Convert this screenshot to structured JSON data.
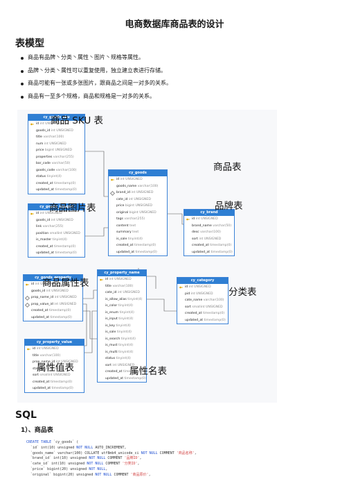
{
  "doc_title": "电商数据库商品表的设计",
  "section_model": "表模型",
  "bullets": [
    "商品有品牌丶分类丶属性丶图片丶规格等属性。",
    "品牌丶分类丶属性可以重复使用，独立建立表进行存储。",
    "商品可能有一张或多张图片，跟商品之间是一对多的关系。",
    "商品有一至多个规格，商品和规格是一对多的关系。"
  ],
  "diagram": {
    "labels": {
      "sku": "商品 SKU 表",
      "goods": "商品表",
      "brand": "品牌表",
      "images": "商品图片表",
      "attr": "商品属性表",
      "category": "分类表",
      "prop_value": "属性值表",
      "prop_name": "属性名表"
    },
    "tables": {
      "sku": {
        "name": "cy_goods_sku",
        "fields": [
          {
            "n": "id",
            "t": "int UNSIGNED",
            "k": "pk"
          },
          {
            "n": "goods_id",
            "t": "int UNSIGNED",
            "k": ""
          },
          {
            "n": "title",
            "t": "varchar(100)",
            "k": ""
          },
          {
            "n": "num",
            "t": "int UNSIGNED",
            "k": ""
          },
          {
            "n": "price",
            "t": "bigint UNSIGNED",
            "k": ""
          },
          {
            "n": "properties",
            "t": "varchar(255)",
            "k": ""
          },
          {
            "n": "bar_code",
            "t": "varchar(50)",
            "k": ""
          },
          {
            "n": "goods_code",
            "t": "varchar(100)",
            "k": ""
          },
          {
            "n": "status",
            "t": "tinyint(4)",
            "k": ""
          },
          {
            "n": "created_at",
            "t": "timestamp(0)",
            "k": ""
          },
          {
            "n": "updated_at",
            "t": "timestamp(0)",
            "k": ""
          }
        ]
      },
      "goods": {
        "name": "cy_goods",
        "fields": [
          {
            "n": "id",
            "t": "int UNSIGNED",
            "k": "pk"
          },
          {
            "n": "goods_name",
            "t": "varchar(100)",
            "k": ""
          },
          {
            "n": "brand_id",
            "t": "int UNSIGNED",
            "k": "fk"
          },
          {
            "n": "cate_id",
            "t": "int UNSIGNED",
            "k": ""
          },
          {
            "n": "price",
            "t": "bigint UNSIGNED",
            "k": ""
          },
          {
            "n": "original",
            "t": "bigint UNSIGNED",
            "k": ""
          },
          {
            "n": "tags",
            "t": "varchar(255)",
            "k": ""
          },
          {
            "n": "content",
            "t": "text",
            "k": ""
          },
          {
            "n": "summary",
            "t": "text",
            "k": ""
          },
          {
            "n": "is_sale",
            "t": "tinyint(4)",
            "k": ""
          },
          {
            "n": "created_at",
            "t": "timestamp(0)",
            "k": ""
          },
          {
            "n": "updated_at",
            "t": "timestamp(0)",
            "k": ""
          }
        ]
      },
      "brand": {
        "name": "cy_brand",
        "fields": [
          {
            "n": "id",
            "t": "int UNSIGNED",
            "k": "pk"
          },
          {
            "n": "brand_name",
            "t": "varchar(50)",
            "k": ""
          },
          {
            "n": "desc",
            "t": "varchar(100)",
            "k": ""
          },
          {
            "n": "sort",
            "t": "int UNSIGNED",
            "k": ""
          },
          {
            "n": "created_at",
            "t": "timestamp(0)",
            "k": ""
          },
          {
            "n": "updated_at",
            "t": "timestamp(0)",
            "k": ""
          }
        ]
      },
      "images": {
        "name": "cy_goods_images",
        "fields": [
          {
            "n": "id",
            "t": "int UNSIGNED",
            "k": "pk"
          },
          {
            "n": "goods_id",
            "t": "int UNSIGNED",
            "k": ""
          },
          {
            "n": "link",
            "t": "varchar(255)",
            "k": ""
          },
          {
            "n": "position",
            "t": "smallint UNSIGNED",
            "k": ""
          },
          {
            "n": "is_master",
            "t": "tinyint(4)",
            "k": ""
          },
          {
            "n": "created_at",
            "t": "timestamp(0)",
            "k": ""
          },
          {
            "n": "updated_at",
            "t": "timestamp(0)",
            "k": ""
          }
        ]
      },
      "attr": {
        "name": "cy_goods_property",
        "fields": [
          {
            "n": "id",
            "t": "int UNSIGNED",
            "k": "pk"
          },
          {
            "n": "goods_id",
            "t": "int UNSIGNED",
            "k": ""
          },
          {
            "n": "prop_name_id",
            "t": "int UNSIGNED",
            "k": "fk"
          },
          {
            "n": "prop_value_id",
            "t": "int UNSIGNED",
            "k": "fk"
          },
          {
            "n": "created_at",
            "t": "timestamp(0)",
            "k": ""
          },
          {
            "n": "updated_at",
            "t": "timestamp(0)",
            "k": ""
          }
        ]
      },
      "prop_value": {
        "name": "cy_property_value",
        "fields": [
          {
            "n": "id",
            "t": "int UNSIGNED",
            "k": "pk"
          },
          {
            "n": "title",
            "t": "varchar(100)",
            "k": ""
          },
          {
            "n": "prop_name_id",
            "t": "int UNSIGNED",
            "k": ""
          },
          {
            "n": "status",
            "t": "tinyint(4)",
            "k": ""
          },
          {
            "n": "sort",
            "t": "smallint UNSIGNED",
            "k": ""
          },
          {
            "n": "created_at",
            "t": "timestamp(0)",
            "k": ""
          },
          {
            "n": "updated_at",
            "t": "timestamp(0)",
            "k": ""
          }
        ]
      },
      "prop_name": {
        "name": "cy_property_name",
        "fields": [
          {
            "n": "id",
            "t": "int UNSIGNED",
            "k": "pk"
          },
          {
            "n": "title",
            "t": "varchar(100)",
            "k": ""
          },
          {
            "n": "cate_id",
            "t": "int UNSIGNED",
            "k": ""
          },
          {
            "n": "is_allow_alias",
            "t": "tinyint(4)",
            "k": ""
          },
          {
            "n": "is_color",
            "t": "tinyint(4)",
            "k": ""
          },
          {
            "n": "is_enum",
            "t": "tinyint(4)",
            "k": ""
          },
          {
            "n": "is_input",
            "t": "tinyint(4)",
            "k": ""
          },
          {
            "n": "is_key",
            "t": "tinyint(4)",
            "k": ""
          },
          {
            "n": "is_sale",
            "t": "tinyint(4)",
            "k": ""
          },
          {
            "n": "is_search",
            "t": "tinyint(4)",
            "k": ""
          },
          {
            "n": "is_must",
            "t": "tinyint(4)",
            "k": ""
          },
          {
            "n": "is_multi",
            "t": "tinyint(4)",
            "k": ""
          },
          {
            "n": "status",
            "t": "tinyint(4)",
            "k": ""
          },
          {
            "n": "sort",
            "t": "int UNSIGNED",
            "k": ""
          },
          {
            "n": "created_at",
            "t": "timestamp(0)",
            "k": ""
          },
          {
            "n": "updated_at",
            "t": "timestamp(0)",
            "k": ""
          }
        ]
      },
      "category": {
        "name": "cy_category",
        "fields": [
          {
            "n": "id",
            "t": "int UNSIGNED",
            "k": "pk"
          },
          {
            "n": "pid",
            "t": "int UNSIGNED",
            "k": ""
          },
          {
            "n": "cate_name",
            "t": "varchar(100)",
            "k": ""
          },
          {
            "n": "sort",
            "t": "smallint UNSIGNED",
            "k": ""
          },
          {
            "n": "created_at",
            "t": "timestamp(0)",
            "k": ""
          },
          {
            "n": "updated_at",
            "t": "timestamp(0)",
            "k": ""
          }
        ]
      }
    }
  },
  "section_sql": "SQL",
  "sub_heading": "1）、商品表",
  "code_lines": [
    [
      {
        "c": "kw",
        "s": "CREATE TABLE "
      },
      {
        "c": "",
        "s": "`cy_goods` ("
      }
    ],
    [
      {
        "c": "",
        "s": "  `id` int(10) unsigned "
      },
      {
        "c": "kw",
        "s": "NOT NULL"
      },
      {
        "c": "",
        "s": " AUTO_INCREMENT,"
      }
    ],
    [
      {
        "c": "",
        "s": "  `goods_name` varchar(100) COLLATE utf8mb4_unicode_ci "
      },
      {
        "c": "kw",
        "s": "NOT NULL"
      },
      {
        "c": "",
        "s": " COMMENT "
      },
      {
        "c": "str",
        "s": "'商品名称'"
      },
      {
        "c": "",
        "s": ","
      }
    ],
    [
      {
        "c": "",
        "s": "  `brand_id` int(10) unsigned "
      },
      {
        "c": "kw",
        "s": "NOT NULL"
      },
      {
        "c": "",
        "s": " COMMENT "
      },
      {
        "c": "str",
        "s": "'品牌ID'"
      },
      {
        "c": "",
        "s": ","
      }
    ],
    [
      {
        "c": "",
        "s": "  `cate_id` int(10) unsigned "
      },
      {
        "c": "kw",
        "s": "NOT NULL"
      },
      {
        "c": "",
        "s": " COMMENT "
      },
      {
        "c": "str",
        "s": "'分类ID'"
      },
      {
        "c": "",
        "s": ","
      }
    ],
    [
      {
        "c": "",
        "s": "  `price` bigint(20) unsigned "
      },
      {
        "c": "kw",
        "s": "NOT NULL"
      },
      {
        "c": "",
        "s": ","
      }
    ],
    [
      {
        "c": "",
        "s": "  `original` bigint(20) unsigned "
      },
      {
        "c": "kw",
        "s": "NOT NULL"
      },
      {
        "c": "",
        "s": " COMMENT "
      },
      {
        "c": "str",
        "s": "'商品原价'"
      },
      {
        "c": "",
        "s": ","
      }
    ]
  ]
}
